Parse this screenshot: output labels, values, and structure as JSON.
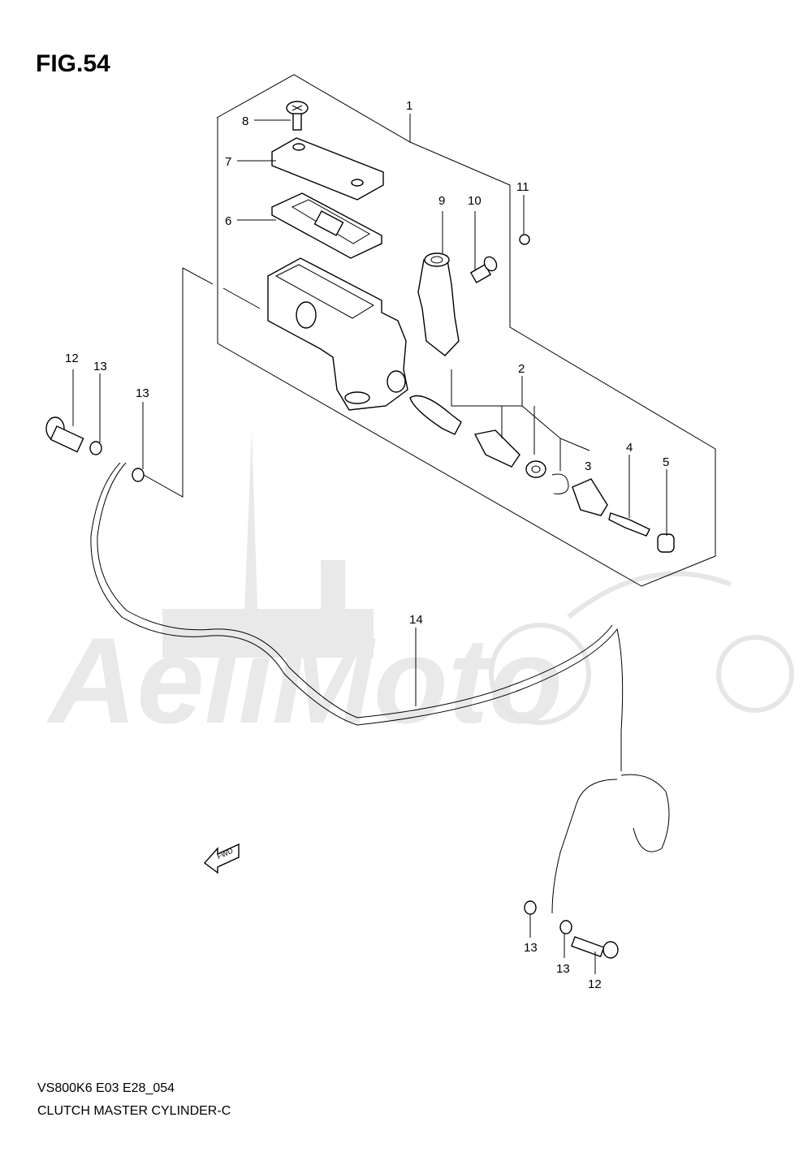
{
  "figure": {
    "title": "FIG.54"
  },
  "callouts": [
    "1",
    "2",
    "3",
    "4",
    "5",
    "6",
    "7",
    "8",
    "9",
    "10",
    "11",
    "12",
    "13",
    "13",
    "14",
    "13",
    "13",
    "12"
  ],
  "footer": {
    "code": "VS800K6 E03 E28_054",
    "name": "CLUTCH MASTER CYLINDER-C"
  },
  "fwd_label": "FWD",
  "watermark": {
    "text": "AeliMoto"
  }
}
